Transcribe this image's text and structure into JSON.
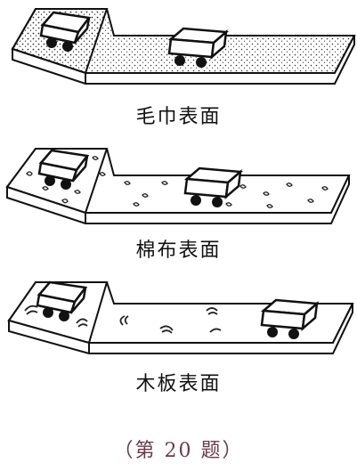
{
  "figures": [
    {
      "id": "towel",
      "caption": "毛巾表面"
    },
    {
      "id": "cotton",
      "caption": "棉布表面"
    },
    {
      "id": "wood",
      "caption": "木板表面"
    }
  ],
  "problem_label": "（第 20 题）"
}
